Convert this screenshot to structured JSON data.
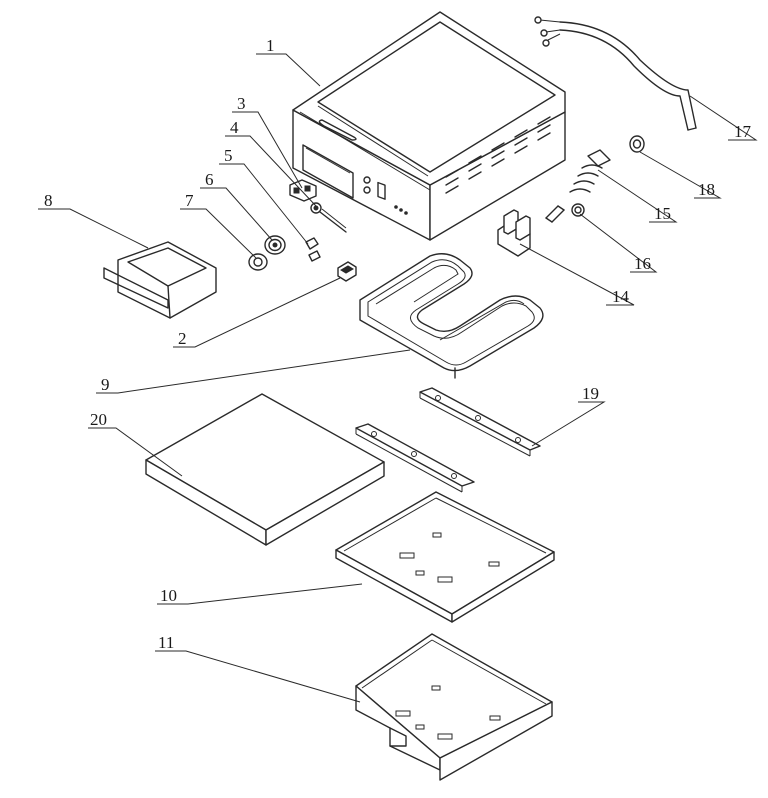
{
  "labels": {
    "p1": "1",
    "p2": "2",
    "p3": "3",
    "p4": "4",
    "p5": "5",
    "p6": "6",
    "p7": "7",
    "p8": "8",
    "p9": "9",
    "p10": "10",
    "p11": "11",
    "p14": "14",
    "p15": "15",
    "p16": "16",
    "p17": "17",
    "p18": "18",
    "p19": "19",
    "p20": "20"
  }
}
